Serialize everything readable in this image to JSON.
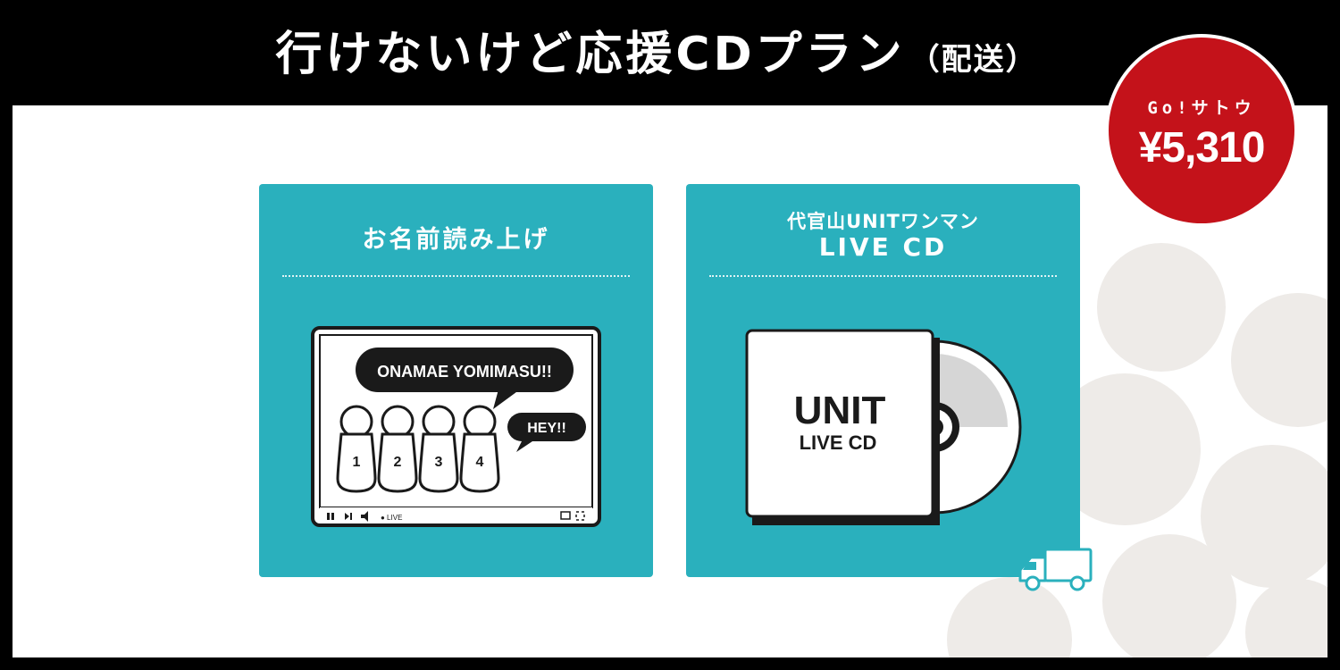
{
  "header": {
    "title": "行けないけど応援CDプラン",
    "subtitle": "（配送）"
  },
  "price_badge": {
    "artist": "Go!サトウ",
    "price": "¥5,310"
  },
  "cards": [
    {
      "title": "お名前読み上げ",
      "illustration": {
        "speech_bubble": "ONAMAE YOMIMASU!!",
        "shout": "HEY!!",
        "figures": [
          "1",
          "2",
          "3",
          "4"
        ],
        "player_status": "● LIVE"
      }
    },
    {
      "title_line1": "代官山UNITワンマン",
      "title_line2": "LIVE CD",
      "illustration": {
        "cover_line1": "UNIT",
        "cover_line2": "LIVE CD"
      }
    }
  ],
  "icons": {
    "delivery": "truck-icon"
  },
  "colors": {
    "header": "#000000",
    "card": "#2ab0bd",
    "badge": "#c4121a",
    "circles": "#eeebe8"
  }
}
